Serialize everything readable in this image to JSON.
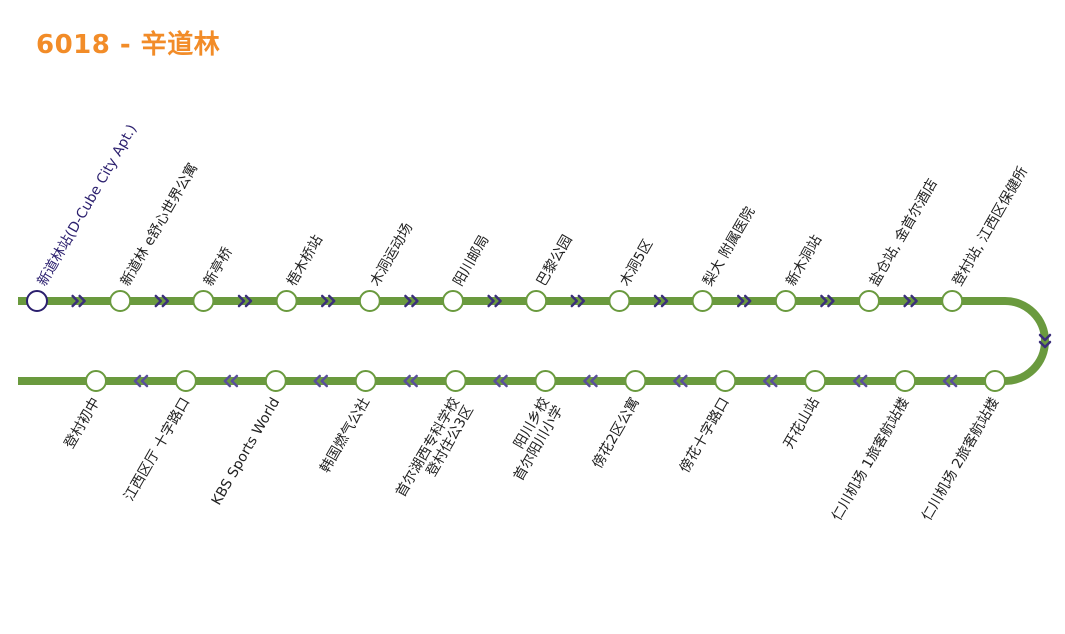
{
  "route": {
    "title": "6018 - 辛道林",
    "colors": {
      "title": "#F28C28",
      "line": "#6A9A3E",
      "arrow_top": "#3B2F7A",
      "arrow_bottom": "#5A4E9A",
      "stop_stroke": "#6A9A3E",
      "start_stop_stroke": "#2B1F6E",
      "start_label": "#2B1F6E",
      "label": "#222222"
    }
  },
  "stops_outbound": [
    "新道林站(D-Cube City Apt.)",
    "新道林 e舒心世界公寓",
    "新亭桥",
    "梧木桥站",
    "木洞运动场",
    "阳川邮局",
    "巴黎公园",
    "木洞5区",
    "梨大 附属医院",
    "新木洞站",
    "盐仓站, 金首尔酒店",
    "登村站, 江西区保健所"
  ],
  "stops_return": [
    [
      "仁川机场 2旅客航站楼"
    ],
    [
      "仁川机场 1旅客航站楼"
    ],
    [
      "开花山站"
    ],
    [
      "傍花十字路口"
    ],
    [
      "傍花2区公寓"
    ],
    [
      "阳川乡校",
      "首尔阳川小学"
    ],
    [
      "首尔湖西专科学校",
      "登村住公3区"
    ],
    [
      "韩国燃气公社"
    ],
    [
      "KBS Sports World"
    ],
    [
      "江西区厅 十字路口"
    ],
    [
      "登村初中"
    ]
  ]
}
